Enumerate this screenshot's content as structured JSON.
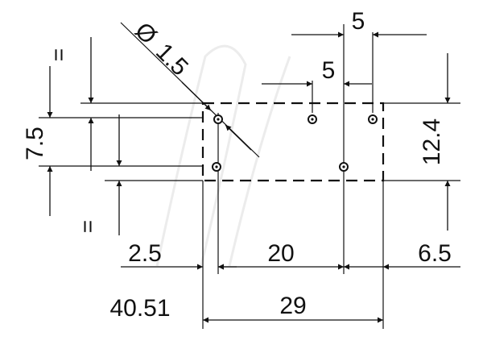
{
  "drawing": {
    "diameter_symbol": "Ø",
    "hole_diameter": "1.5",
    "top_pitch": "5",
    "pin_pitch": "5",
    "equal_mark_top": "=",
    "equal_mark_bottom": "=",
    "row_spacing": "7.5",
    "body_height": "12.4",
    "left_offset": "2.5",
    "pin_span": "20",
    "right_offset": "6.5",
    "body_width": "29",
    "part_number": "40.51"
  },
  "colors": {
    "line": "#111111",
    "watermark": "#e6e6e6",
    "background": "#ffffff"
  }
}
